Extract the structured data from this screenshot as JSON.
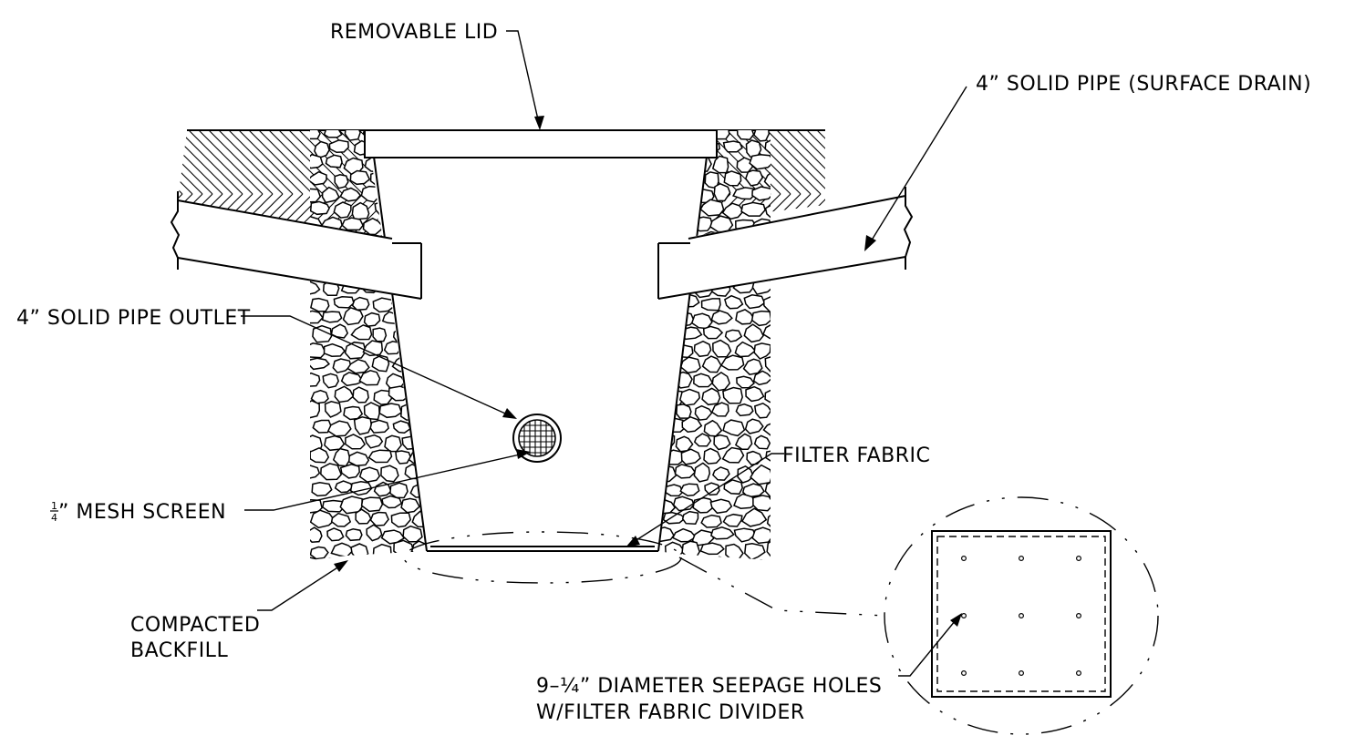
{
  "labels": {
    "removable_lid": "REMOVABLE LID",
    "solid_pipe_surface": "4” SOLID PIPE (SURFACE DRAIN)",
    "solid_pipe_outlet": "4” SOLID PIPE OUTLET",
    "filter_fabric": "FILTER FABRIC",
    "mesh_screen_fraction_num": "1",
    "mesh_screen_fraction_den": "4",
    "mesh_screen": "” MESH SCREEN",
    "compacted_line1": "COMPACTED",
    "compacted_line2": "BACKFILL",
    "seepage_line1": "9–¼” DIAMETER SEEPAGE HOLES",
    "seepage_line2": "W/FILTER FABRIC DIVIDER"
  },
  "colors": {
    "ink": "#000000",
    "background": "#ffffff"
  }
}
